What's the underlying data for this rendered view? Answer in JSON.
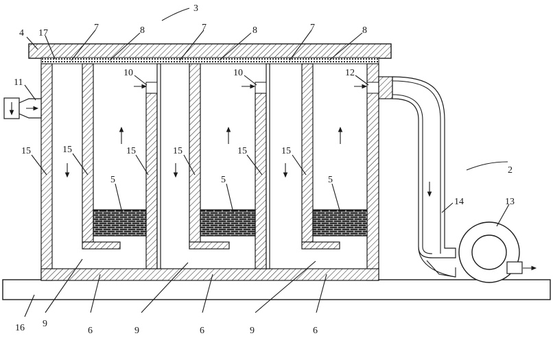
{
  "labels": {
    "l1": "3",
    "l2": "4",
    "l3": "17",
    "l4": "7",
    "l5": "8",
    "l6": "7",
    "l7": "8",
    "l8": "7",
    "l9": "8",
    "l10": "11",
    "l11": "10",
    "l12": "10",
    "l13": "12",
    "l14": "15",
    "l15": "15",
    "l16": "15",
    "l17": "15",
    "l18": "15",
    "l19": "15",
    "l20": "2",
    "l21": "5",
    "l22": "5",
    "l23": "5",
    "l24": "14",
    "l25": "13",
    "l26": "16",
    "l27": "9",
    "l28": "6",
    "l29": "9",
    "l30": "6",
    "l31": "9",
    "l32": "6"
  }
}
